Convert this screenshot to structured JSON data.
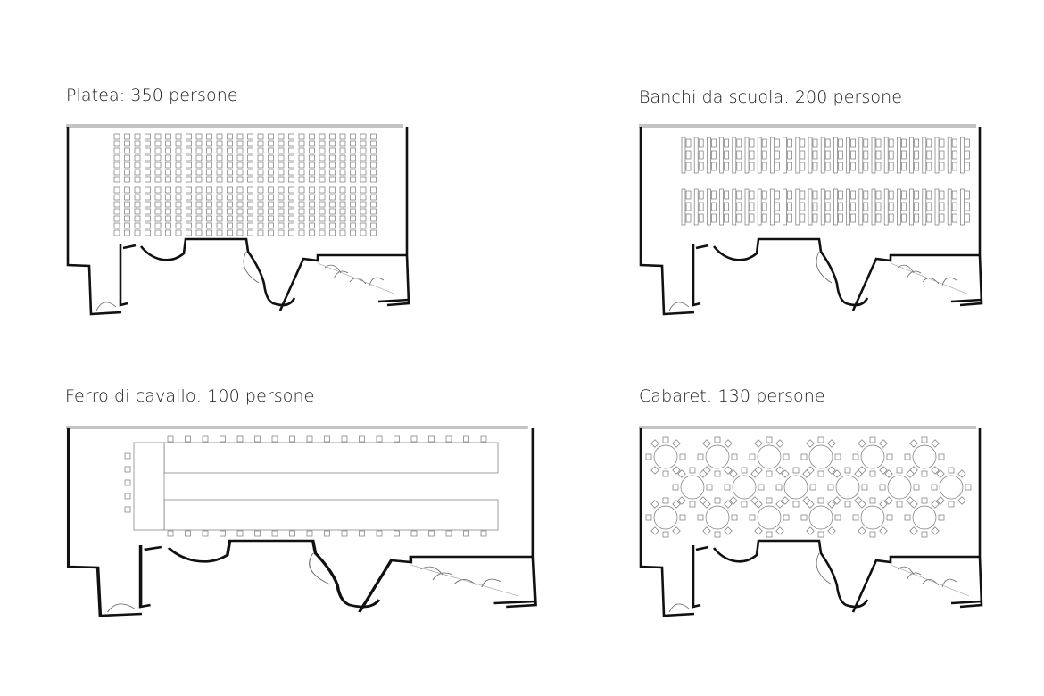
{
  "layouts": [
    {
      "id": "platea",
      "label": "Platea: 350 persone"
    },
    {
      "id": "banchi",
      "label": "Banchi da scuola: 200 persone"
    },
    {
      "id": "ferro",
      "label": "Ferro di cavallo: 100 persone"
    },
    {
      "id": "cabaret",
      "label": "Cabaret: 130 persone"
    }
  ]
}
